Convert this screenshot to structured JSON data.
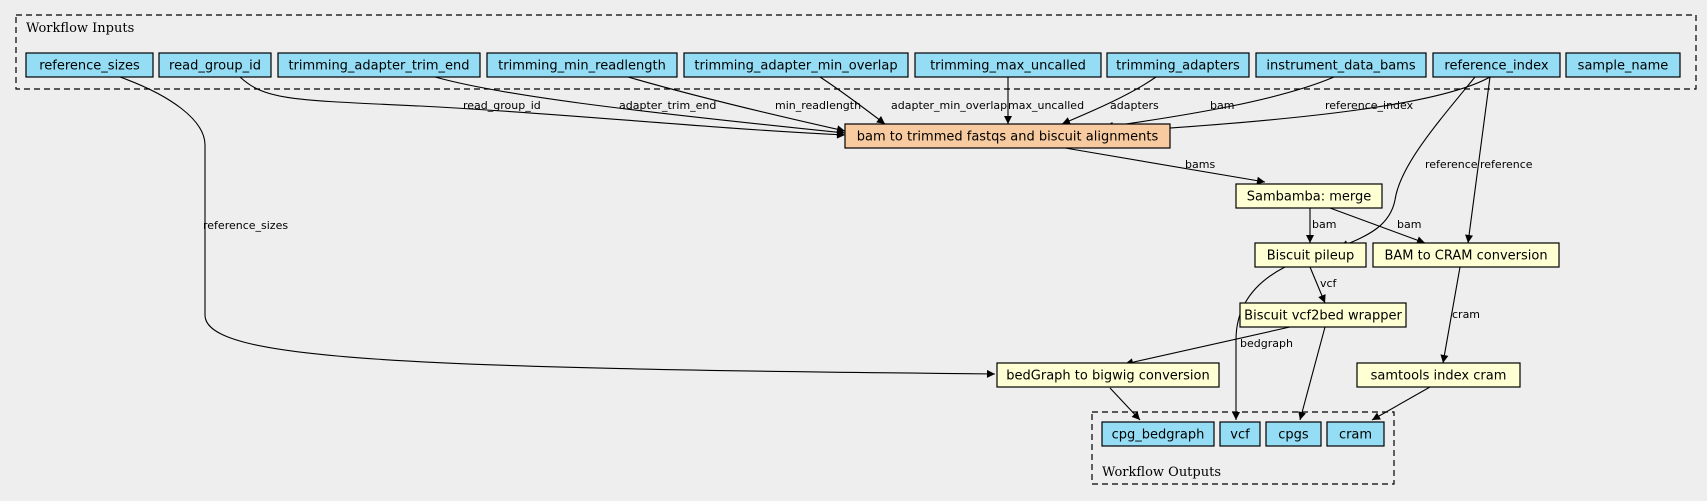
{
  "clusters": {
    "inputs_label": "Workflow Inputs",
    "outputs_label": "Workflow Outputs"
  },
  "inputs": [
    "reference_sizes",
    "read_group_id",
    "trimming_adapter_trim_end",
    "trimming_min_readlength",
    "trimming_adapter_min_overlap",
    "trimming_max_uncalled",
    "trimming_adapters",
    "instrument_data_bams",
    "reference_index",
    "sample_name"
  ],
  "steps": {
    "main": "bam to trimmed fastqs and biscuit alignments",
    "merge": "Sambamba: merge",
    "pileup": "Biscuit pileup",
    "cram_conv": "BAM to CRAM conversion",
    "vcf2bed": "Biscuit vcf2bed wrapper",
    "bigwig": "bedGraph to bigwig conversion",
    "index": "samtools index cram"
  },
  "outputs": [
    "cpg_bedgraph",
    "vcf",
    "cpgs",
    "cram"
  ],
  "edge_labels": {
    "read_group_id": "read_group_id",
    "adapter_trim_end": "adapter_trim_end",
    "min_readlength": "min_readlength",
    "adapter_min_overlap": "adapter_min_overlap",
    "max_uncalled": "max_uncalled",
    "adapters": "adapters",
    "bam_main": "bam",
    "reference_index": "reference_index",
    "reference_sizes": "reference_sizes",
    "bams": "bams",
    "reference_pileup": "reference",
    "reference_cram": "reference",
    "bam_pileup": "bam",
    "bam_cram": "bam",
    "vcf": "vcf",
    "cram": "cram",
    "bedgraph": "bedgraph"
  },
  "colors": {
    "background": "#eeeeee",
    "input_fill": "#94ddf4",
    "main_step_fill": "#f7cb9f",
    "step_fill": "#ffffd4"
  }
}
